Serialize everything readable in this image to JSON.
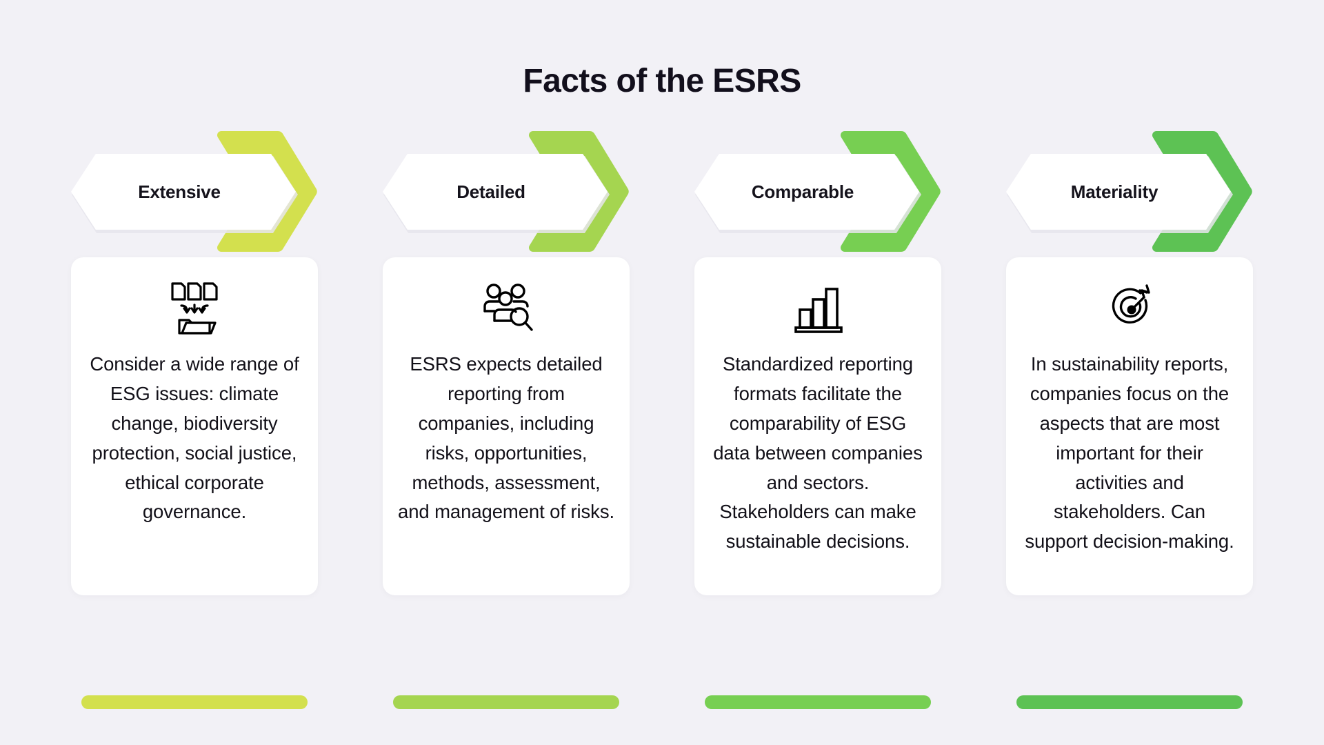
{
  "page": {
    "title": "Facts of the ESRS",
    "background_color": "#f2f1f6",
    "card_color": "#ffffff",
    "text_color": "#121018"
  },
  "columns": [
    {
      "banner_label": "Extensive",
      "accent_color": "#d3e04e",
      "icon": "documents-into-folder-icon",
      "body": "Consider a wide range of ESG issues: climate change, biodiversity protection, social justice, ethical corporate governance."
    },
    {
      "banner_label": "Detailed",
      "accent_color": "#a5d550",
      "icon": "people-with-magnifier-icon",
      "body": "ESRS expects detailed reporting from companies, including risks, opportunities, methods, assessment, and management of risks."
    },
    {
      "banner_label": "Comparable",
      "accent_color": "#77cf52",
      "icon": "bar-chart-icon",
      "body": "Standardized reporting formats facilitate the comparability of ESG data between companies and sectors. Stakeholders can make sustainable decisions."
    },
    {
      "banner_label": "Materiality",
      "accent_color": "#5dc254",
      "icon": "target-with-arrow-icon",
      "body": "In sustainability reports, companies focus on the aspects that are most important for their activities and stakeholders. Can support decision-making."
    }
  ]
}
